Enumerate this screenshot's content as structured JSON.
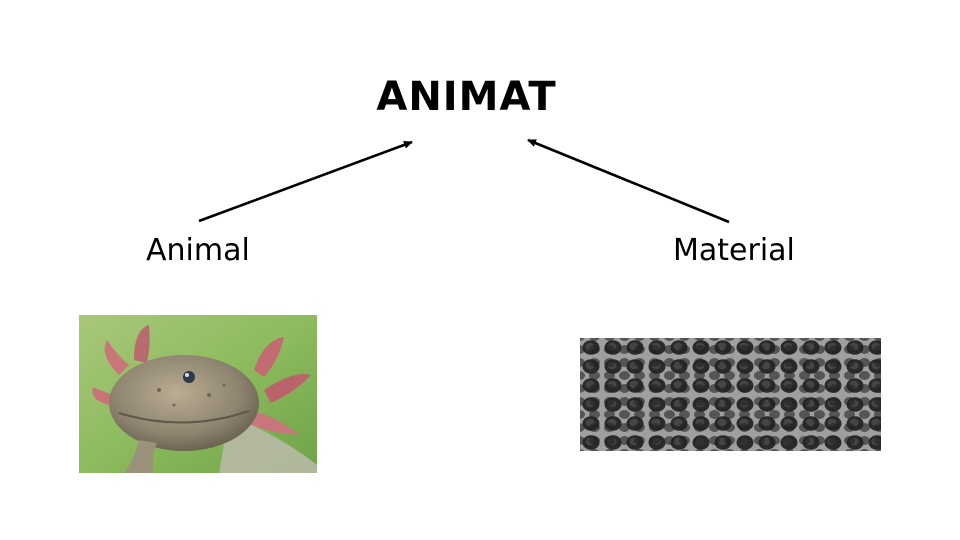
{
  "title": "ANIMAT",
  "left_label": "Animal",
  "right_label": "Material",
  "images": {
    "left": "axolotl-photo",
    "right": "porous-foam-micrograph"
  },
  "colors": {
    "text": "#000000",
    "arrow": "#000000",
    "background": "#ffffff"
  }
}
